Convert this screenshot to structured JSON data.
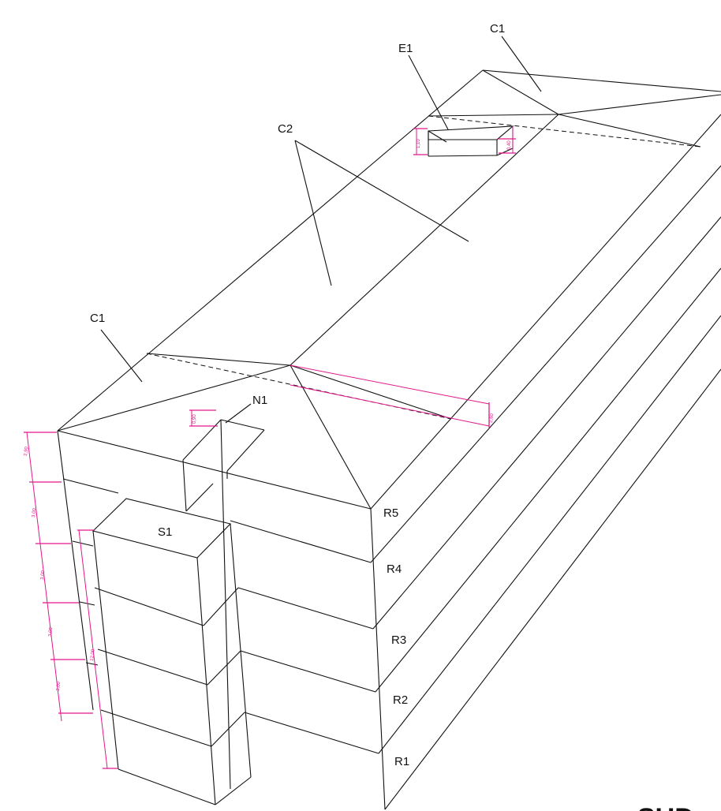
{
  "labels": {
    "roof_c1_top": "C1",
    "roof_c1_left": "C1",
    "roof_c2": "C2",
    "element_e1": "E1",
    "element_n1": "N1",
    "element_s1": "S1",
    "floor_r5": "R5",
    "floor_r4": "R4",
    "floor_r3": "R3",
    "floor_r2": "R2",
    "floor_r1": "R1"
  },
  "dimensions": {
    "left_1": "2,90",
    "left_2": "3,00",
    "left_3": "3,00",
    "left_4": "3,00",
    "left_5": "3,00",
    "stair_total": "12,00",
    "n1_height": "0,90",
    "e1_left": "1,10",
    "e1_right": "0,40",
    "roof_rise": "2,60"
  },
  "orientation_label": "SUD",
  "colors": {
    "line": "#111111",
    "dimension": "#e2188a"
  }
}
